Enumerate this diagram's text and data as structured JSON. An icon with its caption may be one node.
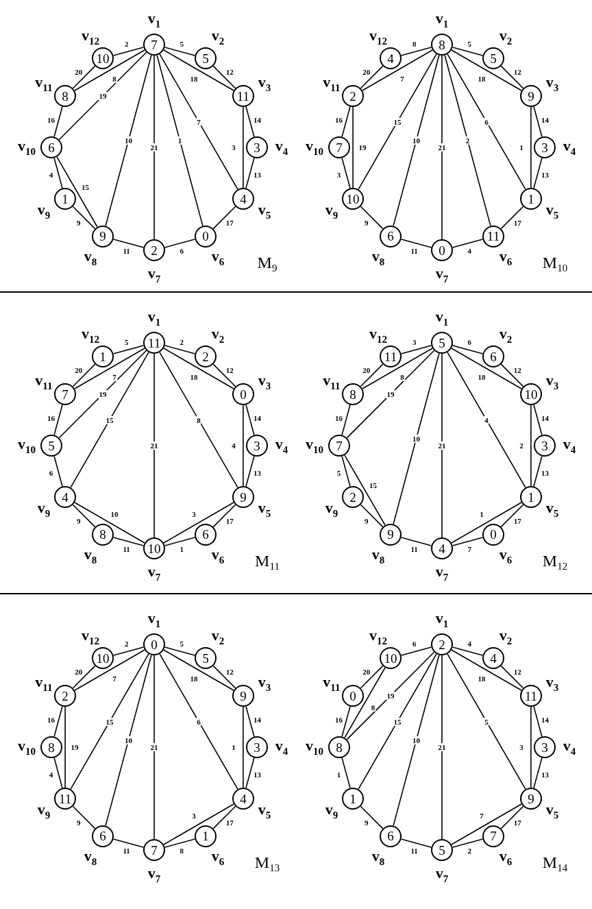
{
  "diagram": {
    "nodes": [
      {
        "text": [
          "7"
        ],
        "beside": [
          "v$_{1}$"
        ]
      },
      {
        "text": [
          "5"
        ],
        "beside": [
          "v$_{2}$"
        ]
      },
      {
        "text": [
          "11"
        ],
        "beside": [
          "v$_{3}$"
        ]
      },
      {
        "text": [
          "3"
        ],
        "beside": [
          "v$_{4}$"
        ]
      },
      {
        "text": [
          "4"
        ],
        "beside": [
          "v$_{5}$"
        ]
      },
      {
        "text": [
          "0"
        ],
        "beside": [
          "v$_{6}$"
        ]
      },
      {
        "text": [
          "2"
        ],
        "beside": [
          "v$_{7}$"
        ]
      },
      {
        "text": [
          "9"
        ],
        "beside": [
          "v$_{8}$"
        ]
      },
      {
        "text": [
          "1"
        ],
        "beside": [
          "v$_{9}$"
        ]
      },
      {
        "text": [
          "6"
        ],
        "beside": [
          "v$_{10}$"
        ]
      },
      {
        "text": [
          "8"
        ],
        "beside": [
          "v$_{11}$"
        ]
      },
      {
        "text": [
          "10"
        ],
        "beside": [
          "v$_{12}$"
        ]
      },
      {
        "text": [
          "8"
        ],
        "beside": [
          "v$_{1}$"
        ]
      },
      {
        "text": [
          "5"
        ],
        "beside": [
          "v$_{2}$"
        ]
      },
      {
        "text": [
          "9"
        ],
        "beside": [
          "v$_{3}$"
        ]
      },
      {
        "text": [
          "3"
        ],
        "beside": [
          "v$_{4}$"
        ]
      },
      {
        "text": [
          "1"
        ],
        "beside": [
          "v$_{5}$"
        ]
      },
      {
        "text": [
          "11"
        ],
        "beside": [
          "v$_{6}$"
        ]
      },
      {
        "text": [
          "0"
        ],
        "beside": [
          "v$_{7}$"
        ]
      },
      {
        "text": [
          "6"
        ],
        "beside": [
          "v$_{8}$"
        ]
      },
      {
        "text": [
          "10"
        ],
        "beside": [
          "v$_{9}$"
        ]
      },
      {
        "text": [
          "7"
        ],
        "beside": [
          "v$_{10}$"
        ]
      },
      {
        "text": [
          "2"
        ],
        "beside": [
          "v$_{11}$"
        ]
      },
      {
        "text": [
          "4"
        ],
        "beside": [
          "v$_{12}$"
        ]
      },
      {
        "text": [
          "11"
        ],
        "beside": [
          "v$_{1}$"
        ]
      },
      {
        "text": [
          "2"
        ],
        "beside": [
          "v$_{2}$"
        ]
      },
      {
        "text": [
          "0"
        ],
        "beside": [
          "v$_{3}$"
        ]
      },
      {
        "text": [
          "3"
        ],
        "beside": [
          "v$_{4}$"
        ]
      },
      {
        "text": [
          "9"
        ],
        "beside": [
          "v$_{5}$"
        ]
      },
      {
        "text": [
          "6"
        ],
        "beside": [
          "v$_{6}$"
        ]
      },
      {
        "text": [
          "10"
        ],
        "beside": [
          "v$_{7}$"
        ]
      },
      {
        "text": [
          "8"
        ],
        "beside": [
          "v$_{8}$"
        ]
      },
      {
        "text": [
          "4"
        ],
        "beside": [
          "v$_{9}$"
        ]
      },
      {
        "text": [
          "5"
        ],
        "beside": [
          "v$_{10}$"
        ]
      },
      {
        "text": [
          "7"
        ],
        "beside": [
          "v$_{11}$"
        ]
      },
      {
        "text": [
          "1"
        ],
        "beside": [
          "v$_{12}$"
        ]
      },
      {
        "text": [
          "5"
        ],
        "beside": [
          "v$_{1}$"
        ]
      },
      {
        "text": [
          "6"
        ],
        "beside": [
          "v$_{2}$"
        ]
      },
      {
        "text": [
          "10"
        ],
        "beside": [
          "v$_{3}$"
        ]
      },
      {
        "text": [
          "3"
        ],
        "beside": [
          "v$_{4}$"
        ]
      },
      {
        "text": [
          "1"
        ],
        "beside": [
          "v$_{5}$"
        ]
      },
      {
        "text": [
          "0"
        ],
        "beside": [
          "v$_{6}$"
        ]
      },
      {
        "text": [
          "4"
        ],
        "beside": [
          "v$_{7}$"
        ]
      },
      {
        "text": [
          "9"
        ],
        "beside": [
          "v$_{8}$"
        ]
      },
      {
        "text": [
          "2"
        ],
        "beside": [
          "v$_{9}$"
        ]
      },
      {
        "text": [
          "7"
        ],
        "beside": [
          "v$_{10}$"
        ]
      },
      {
        "text": [
          "8"
        ],
        "beside": [
          "v$_{11}$"
        ]
      },
      {
        "text": [
          "11"
        ],
        "beside": [
          "v$_{12}$"
        ]
      },
      {
        "text": [
          "0"
        ],
        "beside": [
          "v$_{1}$"
        ]
      },
      {
        "text": [
          "5"
        ],
        "beside": [
          "v$_{2}$"
        ]
      },
      {
        "text": [
          "9"
        ],
        "beside": [
          "v$_{3}$"
        ]
      },
      {
        "text": [
          "3"
        ],
        "beside": [
          "v$_{4}$"
        ]
      },
      {
        "text": [
          "4"
        ],
        "beside": [
          "v$_{5}$"
        ]
      },
      {
        "text": [
          "1"
        ],
        "beside": [
          "v$_{6}$"
        ]
      },
      {
        "text": [
          "7"
        ],
        "beside": [
          "v$_{7}$"
        ]
      },
      {
        "text": [
          "6"
        ],
        "beside": [
          "v$_{8}$"
        ]
      },
      {
        "text": [
          "11"
        ],
        "beside": [
          "v$_{9}$"
        ]
      },
      {
        "text": [
          "8"
        ],
        "beside": [
          "v$_{10}$"
        ]
      },
      {
        "text": [
          "2"
        ],
        "beside": [
          "v$_{11}$"
        ]
      },
      {
        "text": [
          "10"
        ],
        "beside": [
          "v$_{12}$"
        ]
      },
      {
        "text": [
          "2"
        ],
        "beside": [
          "v$_{1}$"
        ]
      },
      {
        "text": [
          "4"
        ],
        "beside": [
          "v$_{2}$"
        ]
      },
      {
        "text": [
          "11"
        ],
        "beside": [
          "v$_{3}$"
        ]
      },
      {
        "text": [
          "3"
        ],
        "beside": [
          "v$_{4}$"
        ]
      },
      {
        "text": [
          "9"
        ],
        "beside": [
          "v$_{5}$"
        ]
      },
      {
        "text": [
          "7"
        ],
        "beside": [
          "v$_{6}$"
        ]
      },
      {
        "text": [
          "5"
        ],
        "beside": [
          "v$_{7}$"
        ]
      },
      {
        "text": [
          "6"
        ],
        "beside": [
          "v$_{8}$"
        ]
      },
      {
        "text": [
          "1"
        ],
        "beside": [
          "v$_{9}$"
        ]
      },
      {
        "text": [
          "8"
        ],
        "beside": [
          "v$_{10}$"
        ]
      },
      {
        "text": [
          "0"
        ],
        "beside": [
          "v$_{11}$"
        ]
      },
      {
        "text": [
          "10"
        ],
        "beside": [
          "v$_{12}$"
        ]
      }
    ],
    "edges": [
      {
        "from": 0,
        "to": 1,
        "arrow": "none",
        "label": "5"
      },
      {
        "from": 1,
        "to": 2,
        "arrow": "none",
        "label": "12"
      },
      {
        "from": 2,
        "to": 3,
        "arrow": "none",
        "label": "14"
      },
      {
        "from": 3,
        "to": 4,
        "arrow": "none",
        "label": "13"
      },
      {
        "from": 4,
        "to": 5,
        "arrow": "none",
        "label": "17"
      },
      {
        "from": 5,
        "to": 6,
        "arrow": "none",
        "label": "6"
      },
      {
        "from": 6,
        "to": 7,
        "arrow": "none",
        "label": "11"
      },
      {
        "from": 7,
        "to": 8,
        "arrow": "none",
        "label": "9"
      },
      {
        "from": 8,
        "to": 9,
        "arrow": "none",
        "label": "4"
      },
      {
        "from": 9,
        "to": 10,
        "arrow": "none",
        "label": "16"
      },
      {
        "from": 10,
        "to": 11,
        "arrow": "none",
        "label": "20"
      },
      {
        "from": 11,
        "to": 0,
        "arrow": "none",
        "label": "2"
      },
      {
        "from": 0,
        "to": 10,
        "arrow": "none",
        "label": "8"
      },
      {
        "from": 0,
        "to": 9,
        "arrow": "none",
        "label": "19"
      },
      {
        "from": 0,
        "to": 7,
        "arrow": "none",
        "label": "10"
      },
      {
        "from": 0,
        "to": 6,
        "arrow": "none",
        "label": "21"
      },
      {
        "from": 0,
        "to": 5,
        "arrow": "none",
        "label": "1"
      },
      {
        "from": 0,
        "to": 4,
        "arrow": "none",
        "label": "7"
      },
      {
        "from": 0,
        "to": 2,
        "arrow": "none",
        "label": "18"
      },
      {
        "from": 2,
        "to": 4,
        "arrow": "none",
        "label": "3"
      },
      {
        "from": 9,
        "to": 7,
        "arrow": "none",
        "label": "15"
      },
      {
        "from": 12,
        "to": 13,
        "arrow": "none",
        "label": "5"
      },
      {
        "from": 13,
        "to": 14,
        "arrow": "none",
        "label": "12"
      },
      {
        "from": 14,
        "to": 15,
        "arrow": "none",
        "label": "14"
      },
      {
        "from": 15,
        "to": 16,
        "arrow": "none",
        "label": "13"
      },
      {
        "from": 16,
        "to": 17,
        "arrow": "none",
        "label": "17"
      },
      {
        "from": 17,
        "to": 18,
        "arrow": "none",
        "label": "4"
      },
      {
        "from": 18,
        "to": 19,
        "arrow": "none",
        "label": "11"
      },
      {
        "from": 19,
        "to": 20,
        "arrow": "none",
        "label": "9"
      },
      {
        "from": 20,
        "to": 21,
        "arrow": "none",
        "label": "3"
      },
      {
        "from": 21,
        "to": 22,
        "arrow": "none",
        "label": "16"
      },
      {
        "from": 22,
        "to": 23,
        "arrow": "none",
        "label": "20"
      },
      {
        "from": 23,
        "to": 12,
        "arrow": "none",
        "label": "8"
      },
      {
        "from": 12,
        "to": 22,
        "arrow": "none",
        "label": "7"
      },
      {
        "from": 12,
        "to": 20,
        "arrow": "none",
        "label": "15"
      },
      {
        "from": 12,
        "to": 19,
        "arrow": "none",
        "label": "10"
      },
      {
        "from": 12,
        "to": 18,
        "arrow": "none",
        "label": "21"
      },
      {
        "from": 12,
        "to": 17,
        "arrow": "none",
        "label": "2"
      },
      {
        "from": 12,
        "to": 16,
        "arrow": "none",
        "label": "6"
      },
      {
        "from": 12,
        "to": 14,
        "arrow": "none",
        "label": "18"
      },
      {
        "from": 14,
        "to": 16,
        "arrow": "none",
        "label": "1"
      },
      {
        "from": 22,
        "to": 20,
        "arrow": "none",
        "label": "19"
      },
      {
        "from": 24,
        "to": 25,
        "arrow": "none",
        "label": "2"
      },
      {
        "from": 25,
        "to": 26,
        "arrow": "none",
        "label": "12"
      },
      {
        "from": 26,
        "to": 27,
        "arrow": "none",
        "label": "14"
      },
      {
        "from": 27,
        "to": 28,
        "arrow": "none",
        "label": "13"
      },
      {
        "from": 28,
        "to": 29,
        "arrow": "none",
        "label": "17"
      },
      {
        "from": 29,
        "to": 30,
        "arrow": "none",
        "label": "1"
      },
      {
        "from": 30,
        "to": 31,
        "arrow": "none",
        "label": "11"
      },
      {
        "from": 31,
        "to": 32,
        "arrow": "none",
        "label": "9"
      },
      {
        "from": 32,
        "to": 33,
        "arrow": "none",
        "label": "6"
      },
      {
        "from": 33,
        "to": 34,
        "arrow": "none",
        "label": "16"
      },
      {
        "from": 34,
        "to": 35,
        "arrow": "none",
        "label": "20"
      },
      {
        "from": 35,
        "to": 24,
        "arrow": "none",
        "label": "5"
      },
      {
        "from": 24,
        "to": 34,
        "arrow": "none",
        "label": "7"
      },
      {
        "from": 24,
        "to": 33,
        "arrow": "none",
        "label": "19"
      },
      {
        "from": 24,
        "to": 32,
        "arrow": "none",
        "label": "15"
      },
      {
        "from": 24,
        "to": 30,
        "arrow": "none",
        "label": "21"
      },
      {
        "from": 24,
        "to": 28,
        "arrow": "none",
        "label": "8"
      },
      {
        "from": 24,
        "to": 26,
        "arrow": "none",
        "label": "18"
      },
      {
        "from": 26,
        "to": 28,
        "arrow": "none",
        "label": "4"
      },
      {
        "from": 32,
        "to": 30,
        "arrow": "none",
        "label": "10"
      },
      {
        "from": 30,
        "to": 28,
        "arrow": "none",
        "label": "3"
      },
      {
        "from": 36,
        "to": 37,
        "arrow": "none",
        "label": "6"
      },
      {
        "from": 37,
        "to": 38,
        "arrow": "none",
        "label": "12"
      },
      {
        "from": 38,
        "to": 39,
        "arrow": "none",
        "label": "14"
      },
      {
        "from": 39,
        "to": 40,
        "arrow": "none",
        "label": "13"
      },
      {
        "from": 40,
        "to": 41,
        "arrow": "none",
        "label": "17"
      },
      {
        "from": 41,
        "to": 42,
        "arrow": "none",
        "label": "7"
      },
      {
        "from": 42,
        "to": 43,
        "arrow": "none",
        "label": "11"
      },
      {
        "from": 43,
        "to": 44,
        "arrow": "none",
        "label": "9"
      },
      {
        "from": 44,
        "to": 45,
        "arrow": "none",
        "label": "5"
      },
      {
        "from": 45,
        "to": 46,
        "arrow": "none",
        "label": "16"
      },
      {
        "from": 46,
        "to": 47,
        "arrow": "none",
        "label": "20"
      },
      {
        "from": 47,
        "to": 36,
        "arrow": "none",
        "label": "3"
      },
      {
        "from": 36,
        "to": 46,
        "arrow": "none",
        "label": "8"
      },
      {
        "from": 36,
        "to": 45,
        "arrow": "none",
        "label": "19"
      },
      {
        "from": 36,
        "to": 43,
        "arrow": "none",
        "label": "10"
      },
      {
        "from": 36,
        "to": 42,
        "arrow": "none",
        "label": "21"
      },
      {
        "from": 36,
        "to": 40,
        "arrow": "none",
        "label": "4"
      },
      {
        "from": 36,
        "to": 38,
        "arrow": "none",
        "label": "18"
      },
      {
        "from": 38,
        "to": 40,
        "arrow": "none",
        "label": "2"
      },
      {
        "from": 45,
        "to": 43,
        "arrow": "none",
        "label": "15"
      },
      {
        "from": 42,
        "to": 40,
        "arrow": "none",
        "label": "1"
      },
      {
        "from": 48,
        "to": 49,
        "arrow": "none",
        "label": "5"
      },
      {
        "from": 49,
        "to": 50,
        "arrow": "none",
        "label": "12"
      },
      {
        "from": 50,
        "to": 51,
        "arrow": "none",
        "label": "14"
      },
      {
        "from": 51,
        "to": 52,
        "arrow": "none",
        "label": "13"
      },
      {
        "from": 52,
        "to": 53,
        "arrow": "none",
        "label": "17"
      },
      {
        "from": 53,
        "to": 54,
        "arrow": "none",
        "label": "8"
      },
      {
        "from": 54,
        "to": 55,
        "arrow": "none",
        "label": "11"
      },
      {
        "from": 55,
        "to": 56,
        "arrow": "none",
        "label": "9"
      },
      {
        "from": 56,
        "to": 57,
        "arrow": "none",
        "label": "4"
      },
      {
        "from": 57,
        "to": 58,
        "arrow": "none",
        "label": "16"
      },
      {
        "from": 58,
        "to": 59,
        "arrow": "none",
        "label": "20"
      },
      {
        "from": 59,
        "to": 48,
        "arrow": "none",
        "label": "2"
      },
      {
        "from": 48,
        "to": 58,
        "arrow": "none",
        "label": "7"
      },
      {
        "from": 48,
        "to": 56,
        "arrow": "none",
        "label": "15"
      },
      {
        "from": 48,
        "to": 55,
        "arrow": "none",
        "label": "10"
      },
      {
        "from": 48,
        "to": 54,
        "arrow": "none",
        "label": "21"
      },
      {
        "from": 48,
        "to": 52,
        "arrow": "none",
        "label": "6"
      },
      {
        "from": 48,
        "to": 50,
        "arrow": "none",
        "label": "18"
      },
      {
        "from": 50,
        "to": 52,
        "arrow": "none",
        "label": "1"
      },
      {
        "from": 58,
        "to": 56,
        "arrow": "none",
        "label": "19"
      },
      {
        "from": 54,
        "to": 52,
        "arrow": "none",
        "label": "3"
      },
      {
        "from": 60,
        "to": 61,
        "arrow": "none",
        "label": "4"
      },
      {
        "from": 61,
        "to": 62,
        "arrow": "none",
        "label": "12"
      },
      {
        "from": 62,
        "to": 63,
        "arrow": "none",
        "label": "14"
      },
      {
        "from": 63,
        "to": 64,
        "arrow": "none",
        "label": "13"
      },
      {
        "from": 64,
        "to": 65,
        "arrow": "none",
        "label": "17"
      },
      {
        "from": 65,
        "to": 66,
        "arrow": "none",
        "label": "2"
      },
      {
        "from": 66,
        "to": 67,
        "arrow": "none",
        "label": "11"
      },
      {
        "from": 67,
        "to": 68,
        "arrow": "none",
        "label": "9"
      },
      {
        "from": 68,
        "to": 69,
        "arrow": "none",
        "label": "1"
      },
      {
        "from": 69,
        "to": 70,
        "arrow": "none",
        "label": "16"
      },
      {
        "from": 70,
        "to": 71,
        "arrow": "none",
        "label": "20"
      },
      {
        "from": 71,
        "to": 60,
        "arrow": "none",
        "label": "6"
      },
      {
        "from": 71,
        "to": 69,
        "arrow": "none",
        "label": "8"
      },
      {
        "from": 60,
        "to": 69,
        "arrow": "none",
        "label": "19"
      },
      {
        "from": 60,
        "to": 68,
        "arrow": "none",
        "label": "15"
      },
      {
        "from": 60,
        "to": 67,
        "arrow": "none",
        "label": "10"
      },
      {
        "from": 60,
        "to": 66,
        "arrow": "none",
        "label": "21"
      },
      {
        "from": 60,
        "to": 64,
        "arrow": "none",
        "label": "5"
      },
      {
        "from": 60,
        "to": 62,
        "arrow": "none",
        "label": "18"
      },
      {
        "from": 62,
        "to": 64,
        "arrow": "none",
        "label": "3"
      },
      {
        "from": 66,
        "to": 64,
        "arrow": "none",
        "label": "7"
      }
    ],
    "labels": [
      "M$_{9}$",
      "M$_{10}$",
      "M$_{11}$",
      "M$_{12}$",
      "M$_{13}$",
      "M$_{14}$"
    ]
  }
}
